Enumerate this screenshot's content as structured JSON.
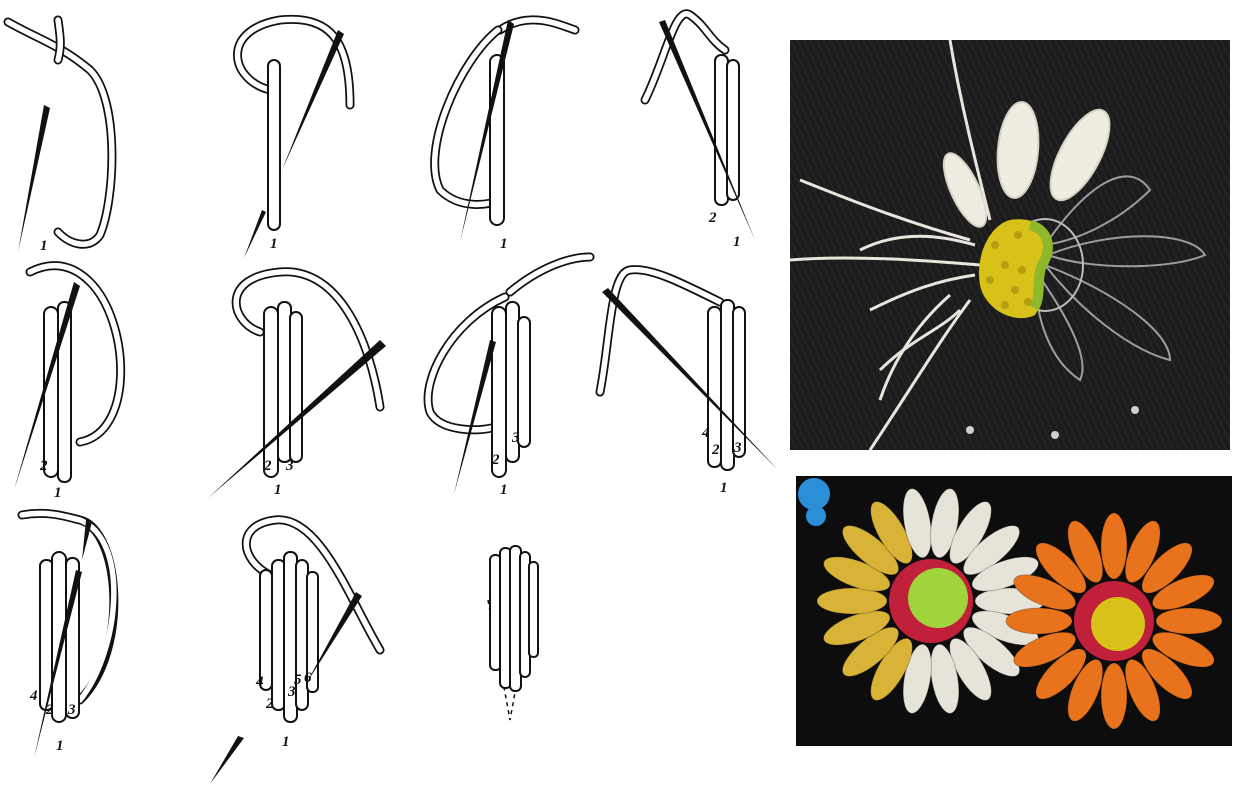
{
  "steps": [
    {
      "id": "step-1",
      "labels": [
        "1"
      ]
    },
    {
      "id": "step-2",
      "labels": [
        "1"
      ]
    },
    {
      "id": "step-3",
      "labels": [
        "1"
      ]
    },
    {
      "id": "step-4",
      "labels": [
        "2",
        "1"
      ]
    },
    {
      "id": "step-5",
      "labels": [
        "2",
        "1"
      ]
    },
    {
      "id": "step-6",
      "labels": [
        "2",
        "3",
        "1"
      ]
    },
    {
      "id": "step-7",
      "labels": [
        "2",
        "3",
        "1"
      ]
    },
    {
      "id": "step-8",
      "labels": [
        "4",
        "2",
        "3",
        "1"
      ]
    },
    {
      "id": "step-9",
      "labels": [
        "4",
        "2",
        "3",
        "1"
      ]
    },
    {
      "id": "step-10",
      "labels": [
        "4",
        "3",
        "5",
        "6",
        "2",
        "1"
      ]
    },
    {
      "id": "step-11",
      "labels": []
    }
  ],
  "photos": {
    "top": {
      "background": "#1c1c1c",
      "petal_color": "#f0efe6",
      "center_color": "#d8c21a"
    },
    "bottom": {
      "background": "#0d0d0d",
      "petal_colors": [
        "#d9b238",
        "#e6e4d8",
        "#e8731c"
      ],
      "center_colors": [
        "#c0203a",
        "#9fd43a"
      ]
    }
  }
}
